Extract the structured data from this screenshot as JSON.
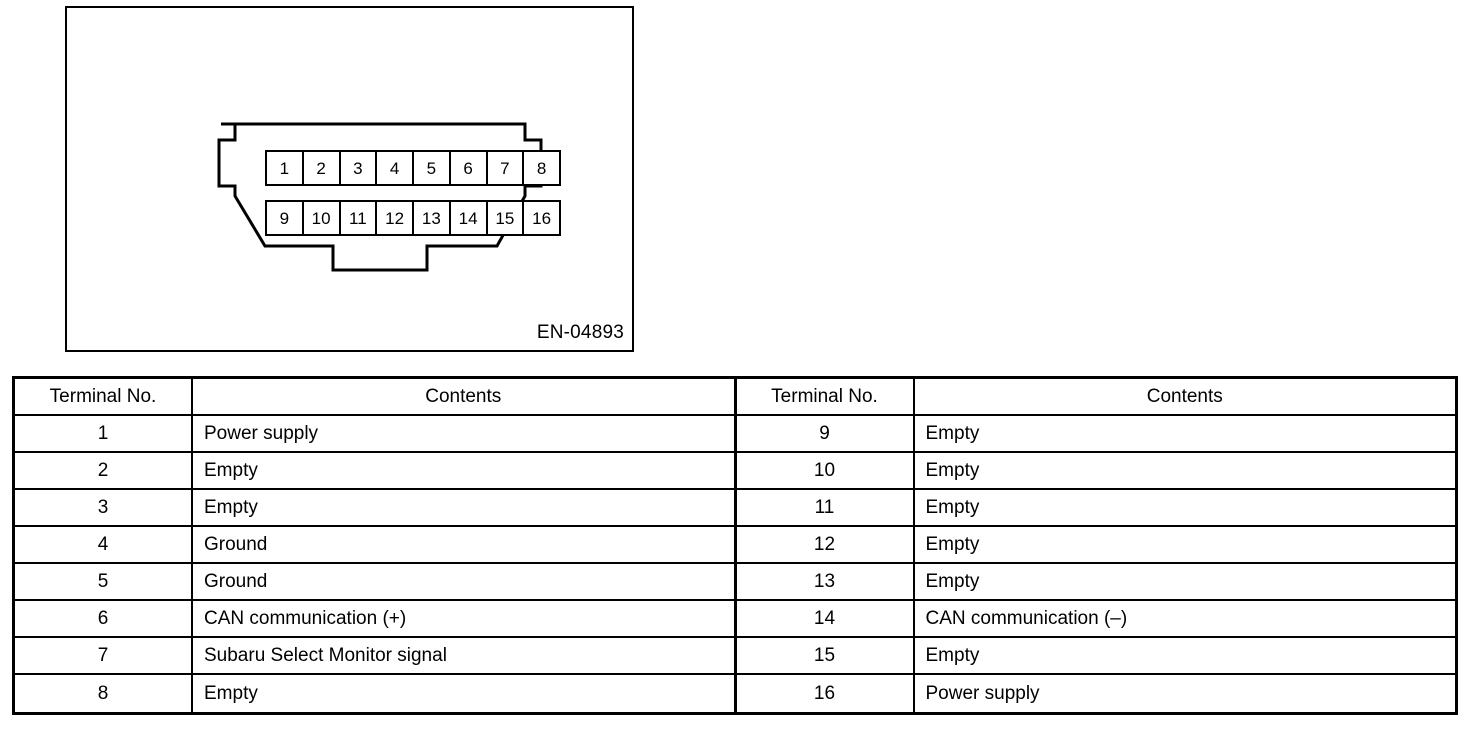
{
  "figure": {
    "caption": "EN-04893",
    "connector_name": "data-link-connector",
    "pins_top": [
      "1",
      "2",
      "3",
      "4",
      "5",
      "6",
      "7",
      "8"
    ],
    "pins_bottom": [
      "9",
      "10",
      "11",
      "12",
      "13",
      "14",
      "15",
      "16"
    ]
  },
  "table": {
    "headers": {
      "terminal_no": "Terminal No.",
      "contents": "Contents"
    },
    "left_rows": [
      {
        "no": "1",
        "contents": "Power supply"
      },
      {
        "no": "2",
        "contents": "Empty"
      },
      {
        "no": "3",
        "contents": "Empty"
      },
      {
        "no": "4",
        "contents": "Ground"
      },
      {
        "no": "5",
        "contents": "Ground"
      },
      {
        "no": "6",
        "contents": "CAN communication (+)"
      },
      {
        "no": "7",
        "contents": "Subaru Select Monitor signal"
      },
      {
        "no": "8",
        "contents": "Empty"
      }
    ],
    "right_rows": [
      {
        "no": "9",
        "contents": "Empty"
      },
      {
        "no": "10",
        "contents": "Empty"
      },
      {
        "no": "11",
        "contents": "Empty"
      },
      {
        "no": "12",
        "contents": "Empty"
      },
      {
        "no": "13",
        "contents": "Empty"
      },
      {
        "no": "14",
        "contents": "CAN communication (–)"
      },
      {
        "no": "15",
        "contents": "Empty"
      },
      {
        "no": "16",
        "contents": "Power supply"
      }
    ]
  },
  "colors": {
    "ink": "#000000",
    "paper": "#ffffff"
  }
}
